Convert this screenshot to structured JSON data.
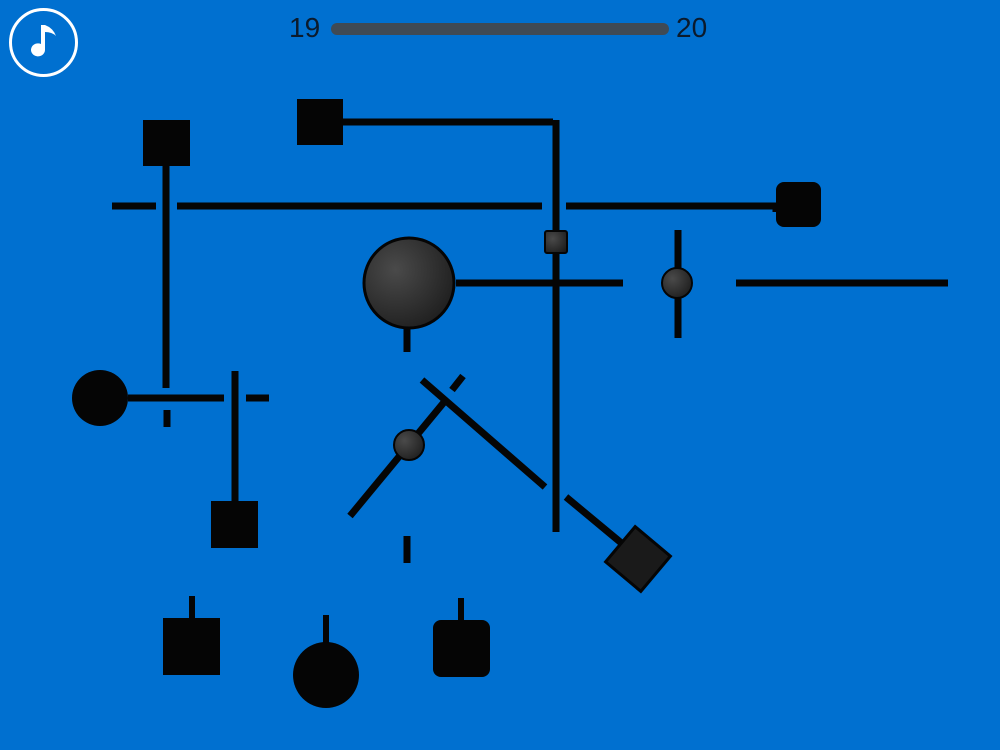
{
  "header": {
    "music_icon": "music-note-icon",
    "level_current": "19",
    "level_next": "20",
    "progress": 0.0
  },
  "colors": {
    "background": "#0070d0",
    "piece": "#050505",
    "icon": "#ffffff"
  }
}
